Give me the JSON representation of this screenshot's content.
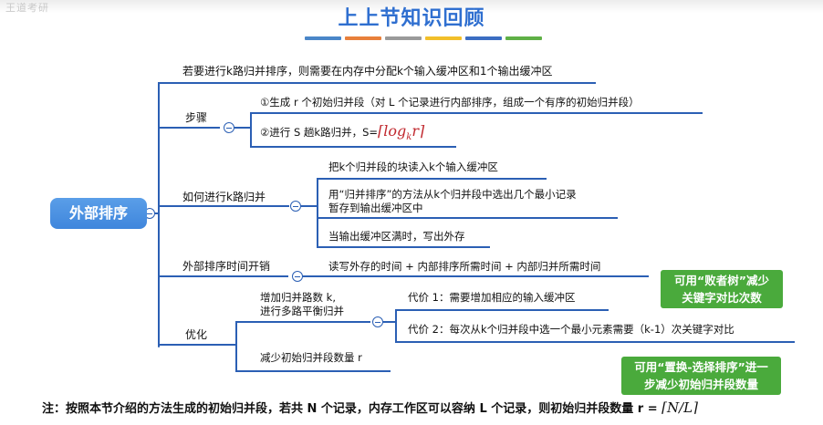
{
  "header": {
    "title": "上上节知识回顾",
    "watermark": "王道考研",
    "bar_colors": [
      "#4a86c8",
      "#e8803b",
      "#9a9a9a",
      "#f2bf2a",
      "#3b6dc2",
      "#5fb046"
    ]
  },
  "root": {
    "label": "外部排序"
  },
  "branches": {
    "intro": "若要进行k路归并排序，则需要在内存中分配k个输入缓冲区和1个输出缓冲区",
    "steps": {
      "label": "步骤",
      "step1": "①生成 r 个初始归并段（对 L 个记录进行内部排序，组成一个有序的初始归并段）",
      "step2": "②进行 S 趟k路归并，S=",
      "step2_formula": "⌈log",
      "step2_formula_sub": "k",
      "step2_formula_tail": "r⌉"
    },
    "how": {
      "label": "如何进行k路归并",
      "item1": "把k个归并段的块读入k个输入缓冲区",
      "item2_line1": "用“归并排序”的方法从k个归并段中选出几个最小记录",
      "item2_line2": "暂存到输出缓冲区中",
      "item3": "当输出缓冲区满时，写出外存"
    },
    "cost": {
      "label": "外部排序时间开销",
      "value": "读写外存的时间 + 内部排序所需时间 + 内部归并所需时间"
    },
    "optimize": {
      "label": "优化",
      "increase_line1": "增加归并路数 k,",
      "increase_line2": "进行多路平衡归并",
      "cost1": "代价 1：需要增加相应的输入缓冲区",
      "cost2": "代价 2：每次从k个归并段中选一个最小元素需要（k-1）次关键字对比",
      "reduce": "减少初始归并段数量 r",
      "tip1_line1": "可用“败者树”减少",
      "tip1_line2": "关键字对比次数",
      "tip2_line1": "可用“置换-选择排序”进一",
      "tip2_line2": "步减少初始归并段数量"
    }
  },
  "note": {
    "text": "注：按照本节介绍的方法生成的初始归并段，若共 N 个记录，内存工作区可以容纳 L 个记录，则初始归并段数量 r =",
    "formula": "⌈N/L⌉"
  }
}
